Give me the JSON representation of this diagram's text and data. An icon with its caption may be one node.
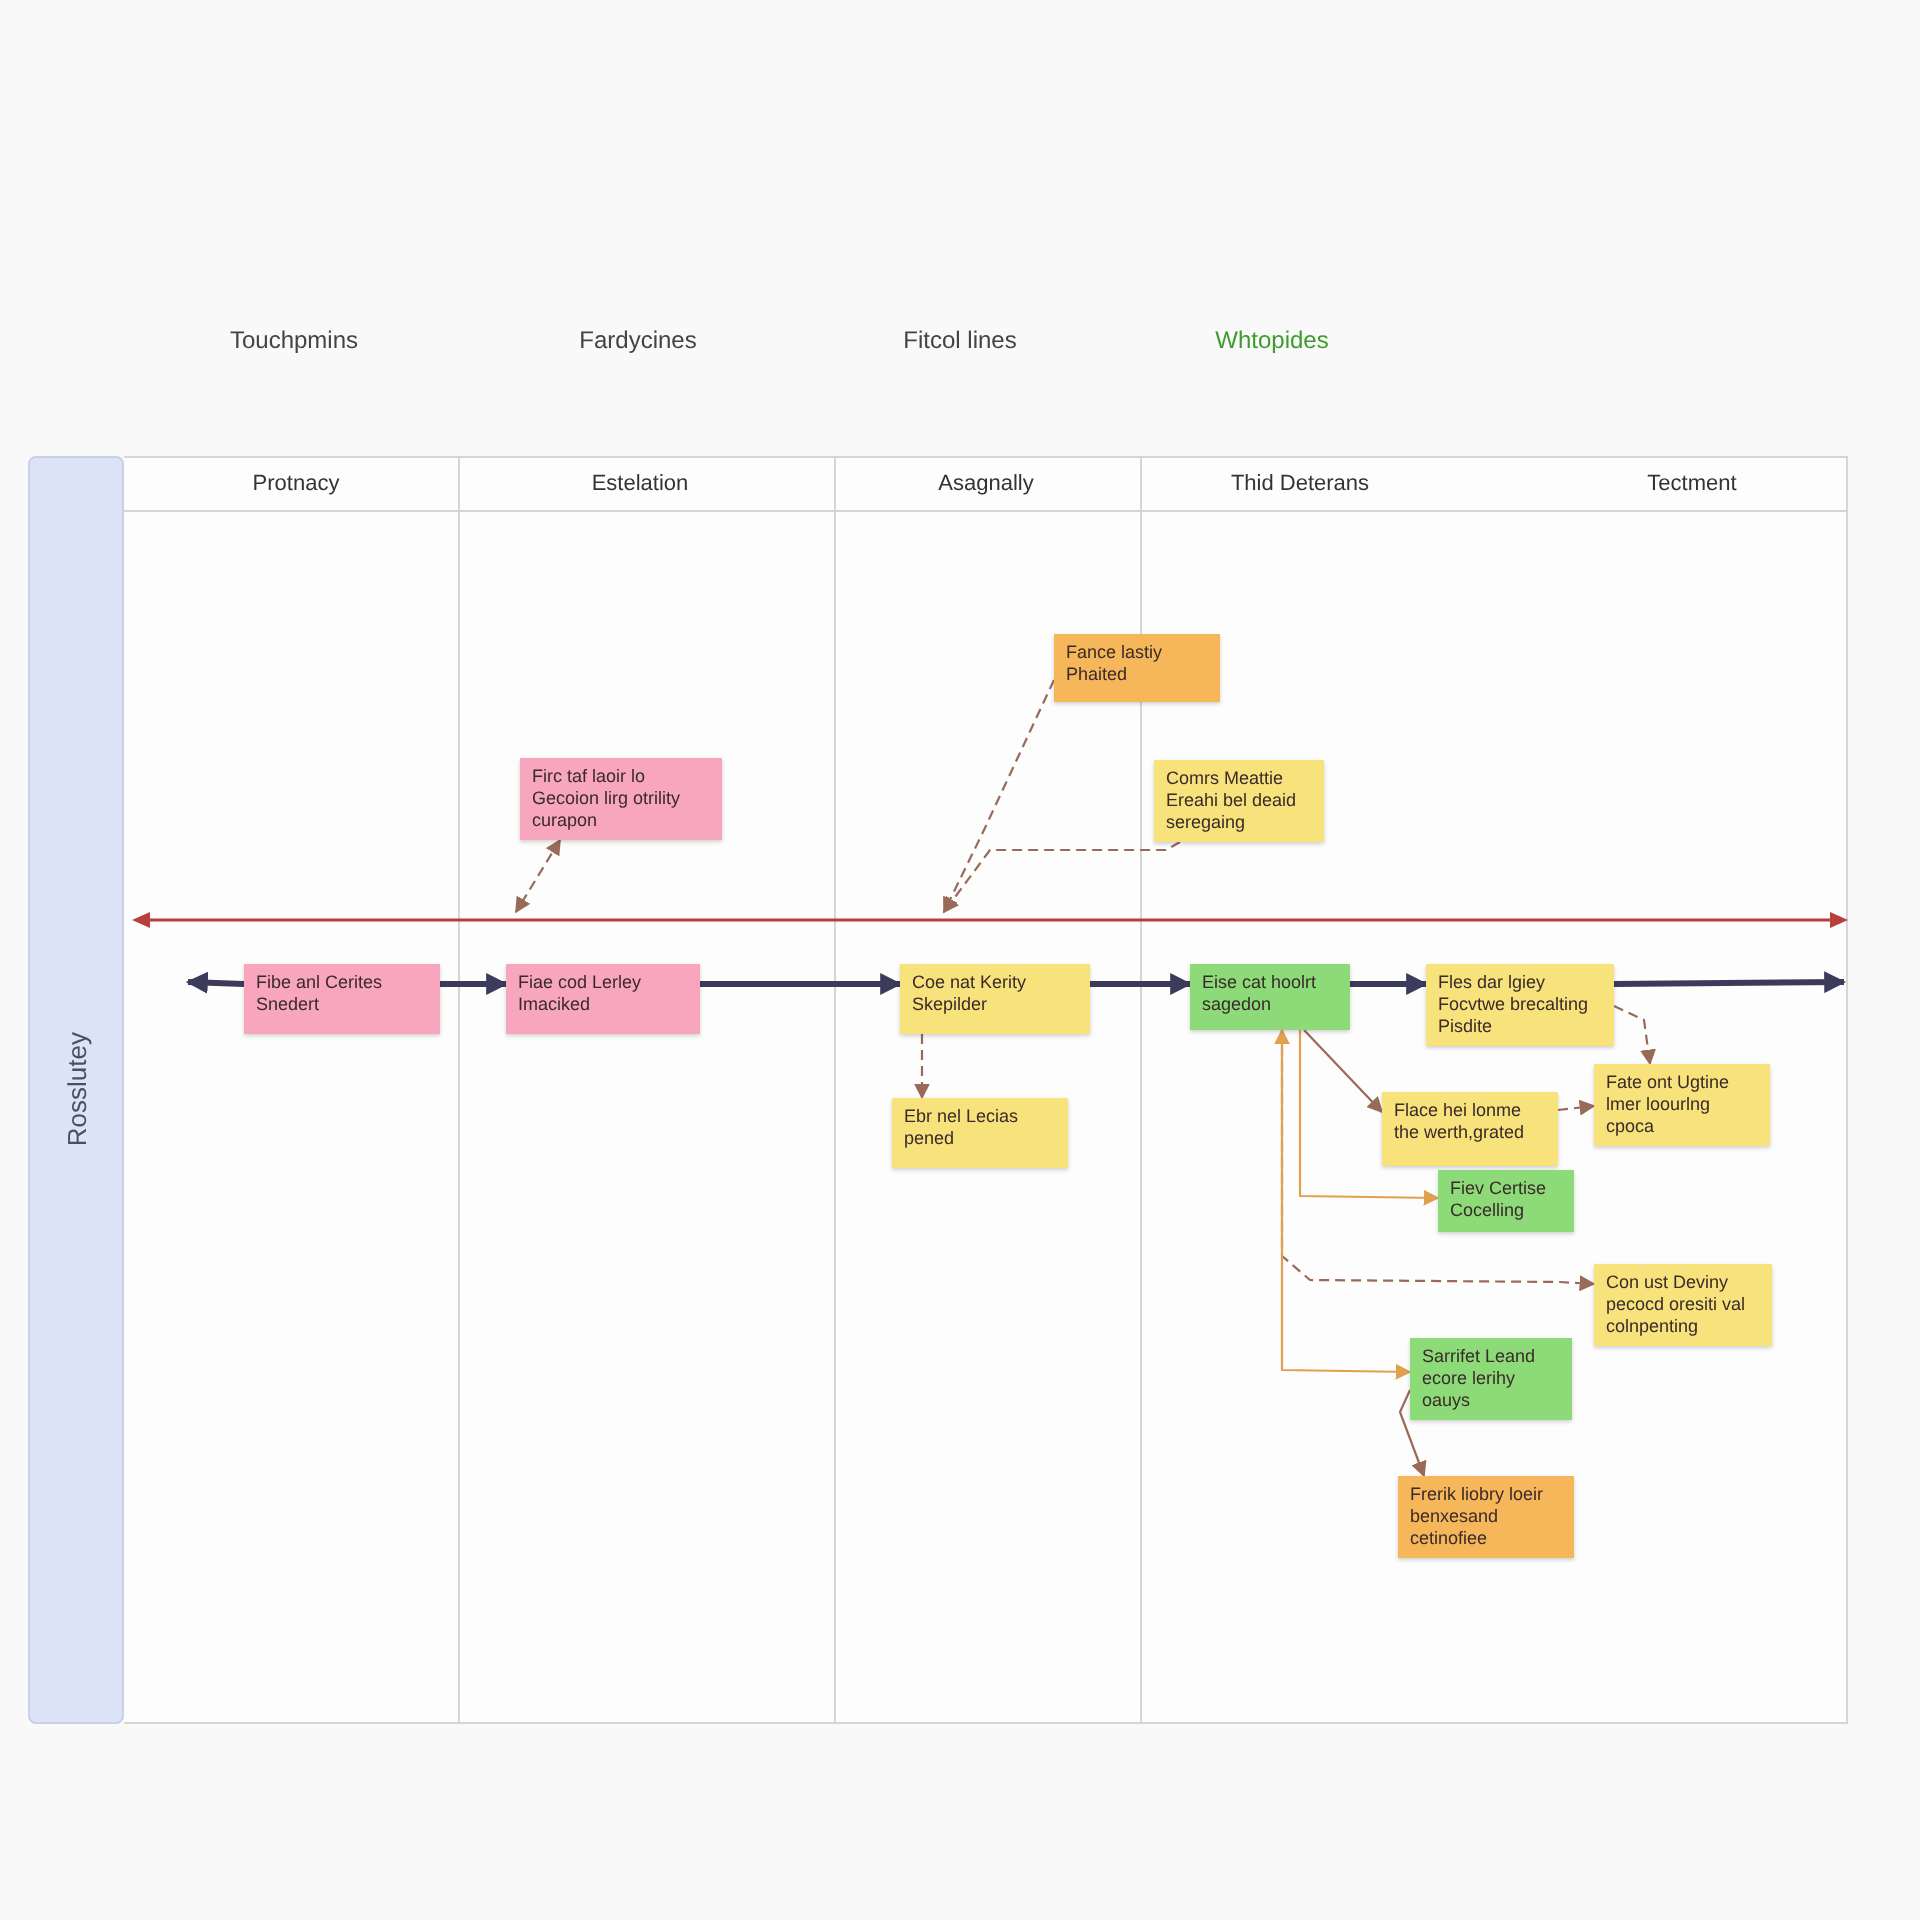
{
  "diagram": {
    "nodes": [
      {
        "text": [
          "Rosslutey"
        ]
      },
      {
        "text": [
          "Protnacy"
        ]
      },
      {
        "text": [
          "Estelation"
        ]
      },
      {
        "text": [
          "Asagnally"
        ]
      },
      {
        "text": [
          "Thid Deterans",
          "Tectment"
        ]
      },
      {
        "text": [
          "Fance lastiy Phaited"
        ]
      },
      {
        "text": [
          "Firc taf laoir lo Gecoion lirg otrility curapon"
        ],
        "in": 2
      },
      {
        "text": [
          "Comrs Meattie Ereahi bel deaid seregaing"
        ],
        "in": 4
      },
      {
        "text": [],
        "shape": "bar"
      },
      {
        "text": [
          "Fibe anl Cerites Snedert"
        ],
        "in": 1
      },
      {
        "text": [
          "Fiae cod Lerley Imaciked"
        ],
        "in": 2
      },
      {
        "text": [
          "Coe nat Kerity Skepilder"
        ],
        "in": 3
      },
      {
        "text": [
          "Eise cat hoolrt sagedon"
        ],
        "in": 4
      },
      {
        "text": [
          "Fles dar lgiey Focvtwe brecalting Pisdite"
        ],
        "in": 4
      },
      {
        "text": [
          "Ebr nel Lecias pened"
        ],
        "in": 3
      },
      {
        "text": [
          "Flace hei lonme the werth,grated"
        ],
        "in": 4
      },
      {
        "text": [
          "Fate ont Ugtine lmer loourlng cpoca"
        ],
        "in": 4
      },
      {
        "text": [
          "Fiev Certise Cocelling"
        ],
        "in": 4
      },
      {
        "text": [
          "Con ust Deviny pecocd oresiti val colnpenting"
        ],
        "in": 4
      },
      {
        "text": [
          "Sarrifet Leand ecore lerihy oauys"
        ],
        "in": 4
      },
      {
        "text": [
          "Frerik liobry loeir benxesand cetinofiee"
        ],
        "in": 4
      }
    ],
    "edges": [
      {
        "from": 9,
        "to": null,
        "arrow": "to",
        "style": "thick",
        "color": "#3c3b5c"
      },
      {
        "from": 9,
        "to": 10,
        "arrow": "to",
        "style": "thick",
        "color": "#3c3b5c"
      },
      {
        "from": 10,
        "to": 11,
        "arrow": "to",
        "style": "thick",
        "color": "#3c3b5c"
      },
      {
        "from": 11,
        "to": 12,
        "arrow": "to",
        "style": "thick",
        "color": "#3c3b5c"
      },
      {
        "from": 12,
        "to": 13,
        "arrow": "to",
        "style": "thick",
        "color": "#3c3b5c"
      },
      {
        "from": 13,
        "to": null,
        "arrow": "to",
        "style": "thick",
        "color": "#3c3b5c"
      },
      {
        "from": 5,
        "to": 8,
        "arrow": "to",
        "style": "dashed",
        "color": "#9a6a58"
      },
      {
        "from": 7,
        "to": 8,
        "arrow": "to",
        "style": "dashed",
        "color": "#9a6a58"
      },
      {
        "from": 6,
        "to": 8,
        "arrow": "both",
        "style": "dashed",
        "color": "#9a6a58"
      },
      {
        "from": 11,
        "to": 14,
        "arrow": "to",
        "style": "dashed",
        "color": "#9a6a58"
      },
      {
        "from": 13,
        "to": 16,
        "arrow": "to",
        "style": "dashed",
        "color": "#9a6a58"
      },
      {
        "from": 12,
        "to": 15,
        "arrow": "to",
        "color": "#9a6a58"
      },
      {
        "from": 15,
        "to": 16,
        "arrow": "to",
        "style": "dashed",
        "color": "#9a6a58"
      },
      {
        "from": 12,
        "to": 17,
        "arrow": "to",
        "color": "#e0a050"
      },
      {
        "from": 12,
        "to": 19,
        "arrow": "both",
        "color": "#e0a050"
      },
      {
        "from": 12,
        "to": 18,
        "arrow": "to",
        "style": "dashed",
        "color": "#9a6a58"
      },
      {
        "from": 19,
        "to": 20,
        "arrow": "to",
        "color": "#9a6a58"
      }
    ],
    "labels": [
      "Touchpmins",
      "Fardycines",
      "Fitcol lines",
      "Whtopides"
    ]
  }
}
